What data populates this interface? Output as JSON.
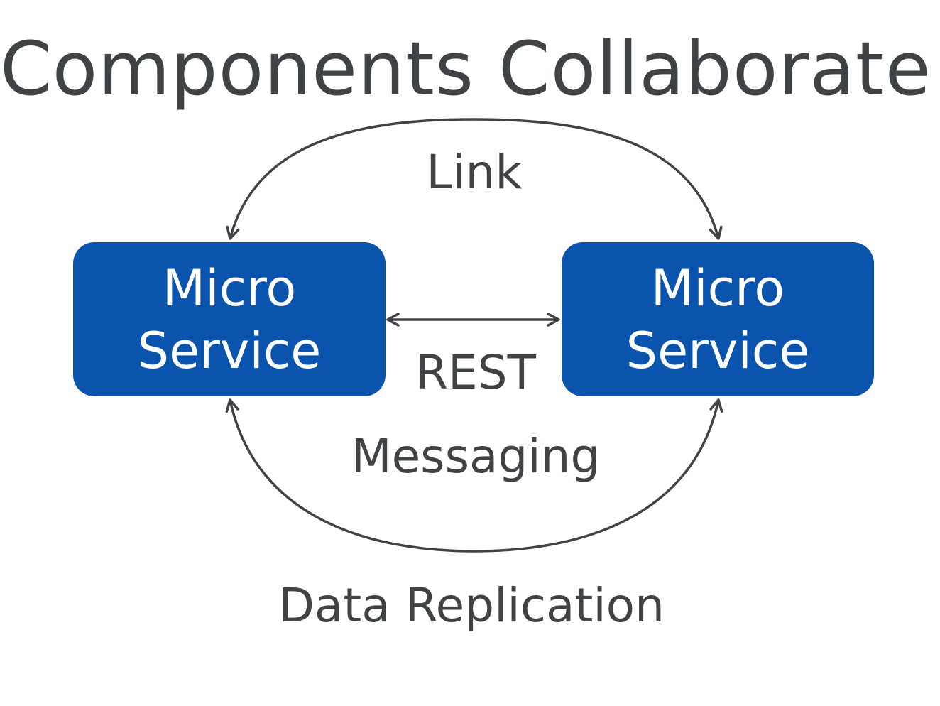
{
  "slide": {
    "title": "Components Collaborate"
  },
  "diagram": {
    "nodes": [
      {
        "id": "left",
        "lines": [
          "Micro",
          "Service"
        ]
      },
      {
        "id": "right",
        "lines": [
          "Micro",
          "Service"
        ]
      }
    ],
    "connections": [
      {
        "label": "Link",
        "direction": "bidirectional",
        "style": "curved-top"
      },
      {
        "label": "REST",
        "direction": "bidirectional",
        "style": "straight"
      },
      {
        "label": "Messaging",
        "direction": "bidirectional",
        "style": "curved-bottom"
      }
    ],
    "footer_label": "Data Replication",
    "colors": {
      "node_fill": "#0b54ad",
      "node_text": "#ffffff",
      "line": "#404346",
      "text": "#404346"
    }
  }
}
